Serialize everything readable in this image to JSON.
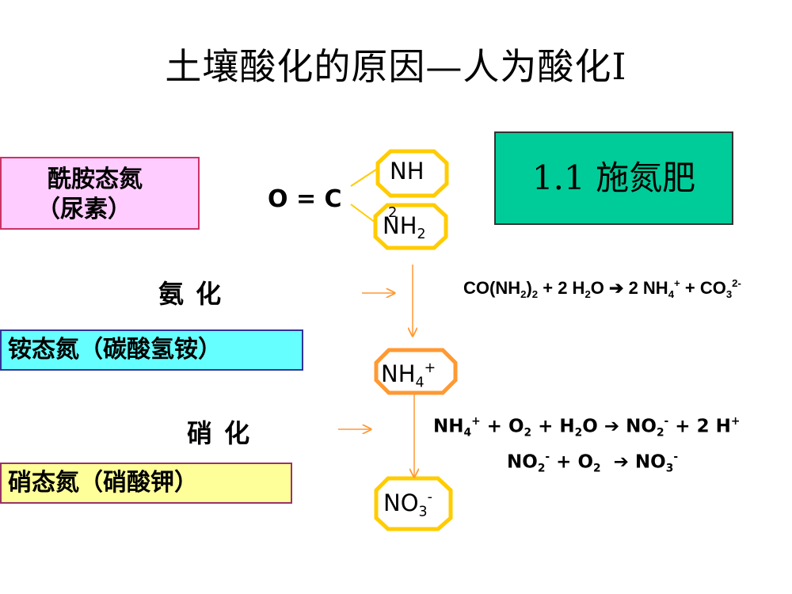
{
  "title": "土壤酸化的原因—人为酸化Ⅰ",
  "section_label": "1.1  施氮肥",
  "boxes": {
    "amide_line1": "酰胺态氮",
    "amide_line2": "（尿素）",
    "ammonium": "铵态氮（碳酸氢铵）",
    "nitrate": "硝态氮（硝酸钾）"
  },
  "processes": {
    "ammonification": "氨  化",
    "nitrification": "硝  化"
  },
  "urea": {
    "oc": "O = C",
    "nh_top": "NH",
    "sub_2": "2",
    "nh_bottom": "NH"
  },
  "ammonium_ion": {
    "base": "NH",
    "sub": "4",
    "sup": "+"
  },
  "nitrate_ion": {
    "base": "NO",
    "sub": "3",
    "sup": "-"
  },
  "eq1": {
    "a": "CO(NH",
    "a_sub": "2",
    "b": ")",
    "b_sub": "2",
    "c": " + 2 H",
    "c_sub": "2",
    "d": "O ",
    "arrow": "➔",
    "e": " 2 NH",
    "e_sub": "4",
    "e_sup": "+",
    "f": " + CO",
    "f_sub": "3",
    "f_sup": "2-"
  },
  "eq2": {
    "a": "NH",
    "a_sub": "4",
    "a_sup": "+",
    "b": " + O",
    "b_sub": "2",
    "c": " + H",
    "c_sub": "2",
    "d": "O ",
    "arrow": "➔",
    "e": " NO",
    "e_sub": "2",
    "e_sup": "-",
    "f": " + 2 H",
    "f_sup": "+"
  },
  "eq3": {
    "a": "NO",
    "a_sub": "2",
    "a_sup": "-",
    "b": " + O",
    "b_sub": "2",
    "c": "  ",
    "arrow": "➔",
    "d": " NO",
    "d_sub": "3",
    "d_sup": "-"
  },
  "colors": {
    "pink_box": "#ffccff",
    "cyan_box": "#66ffff",
    "yellow_box": "#ffff99",
    "green_box": "#00cc99",
    "octagon_yellow": "#ffcc00",
    "octagon_orange": "#ff9933",
    "arrow_orange": "#ff9933"
  }
}
